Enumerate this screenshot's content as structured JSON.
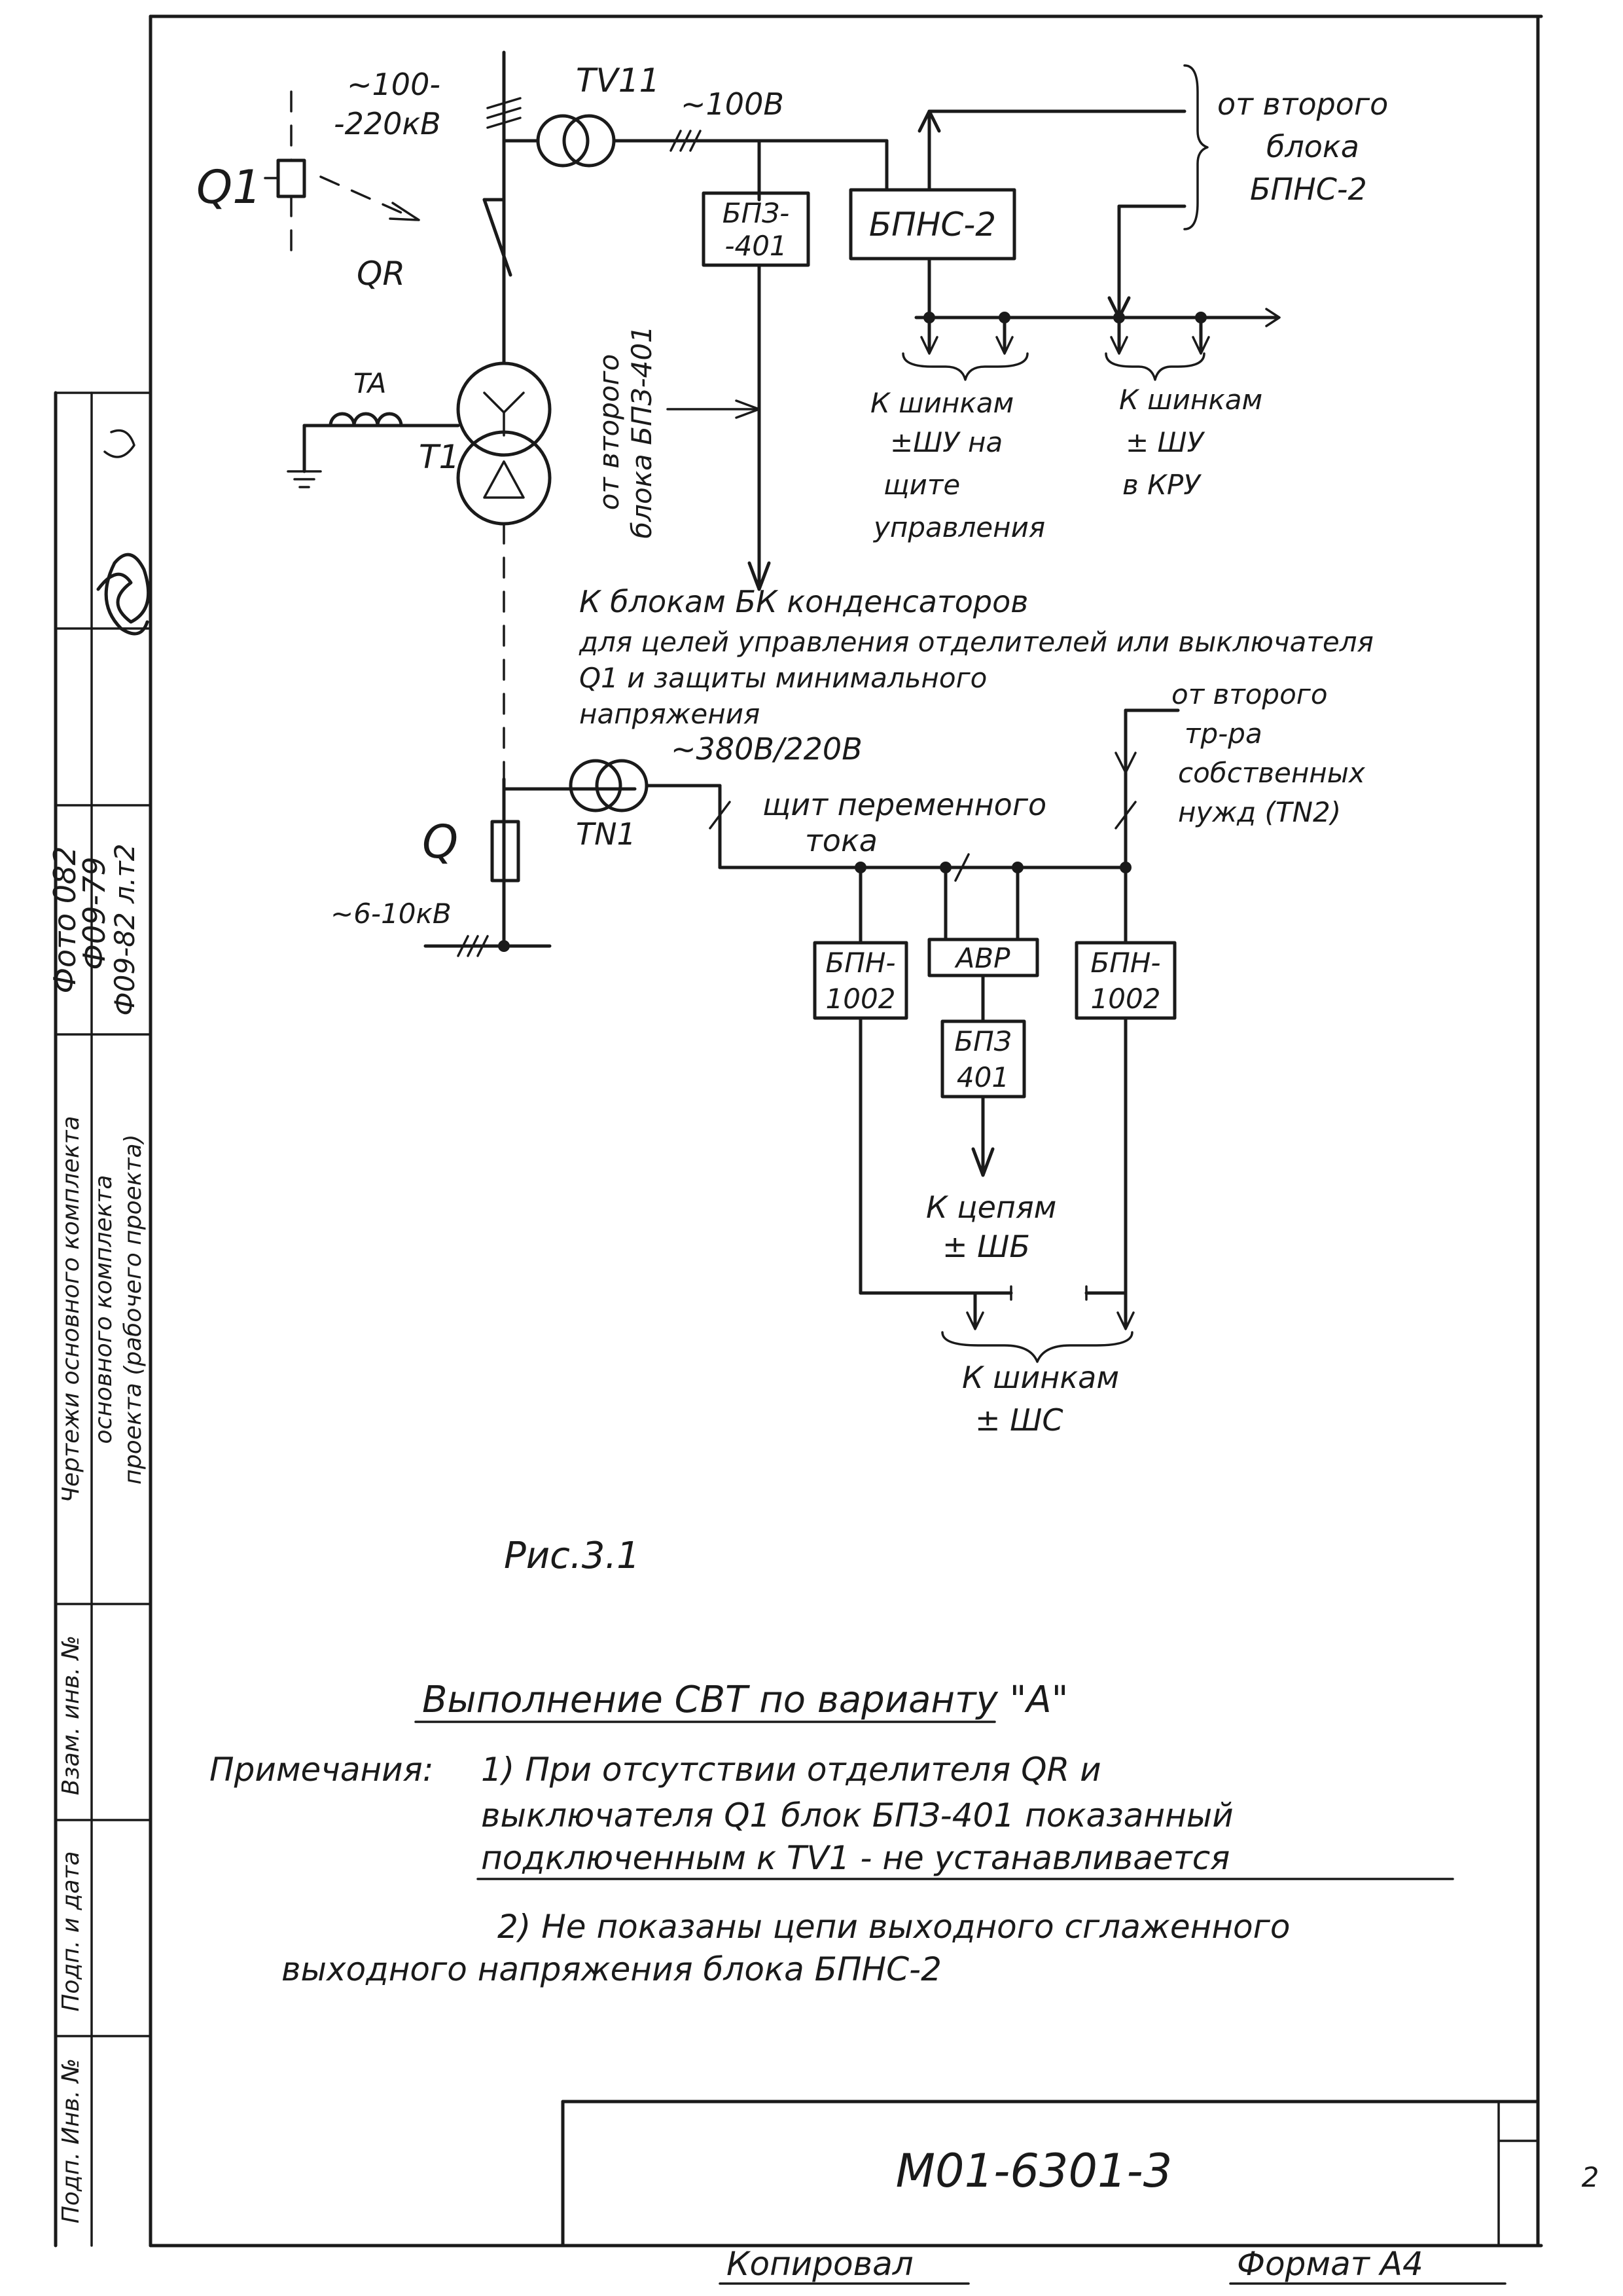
{
  "sheet": {
    "drawing_number": "М01-6301-3",
    "page": "2",
    "copied_label": "Копировал",
    "format_label": "Формат А4"
  },
  "side_stamp": {
    "col1": [
      "Фото 082",
      "Ф09-82 л.т2"
    ],
    "col2": [
      "Ф09-79"
    ],
    "col3": [
      "Подп. Инв. №",
      "Подп. и дата",
      "Взам. инв. №"
    ],
    "labels": [
      "Чертежи основного комплекта",
      "основного комплекта",
      "проекта (рабочего проекта)"
    ]
  },
  "diagram": {
    "q1": "Q1",
    "qr": "QR",
    "ta": "TA",
    "t1": "T1",
    "tv11": "TV11",
    "q": "Q",
    "tn1": "TN1",
    "hv_voltage": "~100-\n-220кВ",
    "v100": "~100В",
    "v380": "~380В/220В",
    "v6_10": "~6-10кВ",
    "bpz401_top": "БПЗ-\n-401",
    "bpns2": "БПНС-2",
    "from_second_bpns": "от второго\nблока\nБПНС-2",
    "from_second_bpz": "от второго\nблока БПЗ-401",
    "to_bus_shu_panel": "К шинкам\n±ШУ на\nщите\nуправления",
    "to_bus_shu_kru": "К шинкам\n± ШУ\nв КРУ",
    "to_capacitor_blocks": "К блокам БК конденсаторов\nдля целей управления отделителей или выключателя\nQ1 и защиты минимального\nнапряжения",
    "from_second_tr": "от второго\nтр-ра\nсобственных\nнужд (TN2)",
    "ac_panel": "щит переменного\nтока",
    "bpn1002_left": "БПН-\n1002",
    "avr": "АВР",
    "bpz401_bottom": "БПЗ\n401",
    "bpn1002_right": "БПН-\n1002",
    "to_circuits_shb": "К цепям\n± ШБ",
    "to_bus_shs": "К шинкам\n± ШС"
  },
  "caption": {
    "figure": "Рис.3.1",
    "title": "Выполнение СВТ по варианту \"А\"",
    "notes_label": "Примечания:",
    "note1": "1) При отсутствии отделителя QR и\nвыключателя Q1 блок БПЗ-401 показанный\nподключенным к TV1 - не устанавливается",
    "note2": "2) Не показаны цепи выходного сглаженного\nвыходного напряжения блока БПНС-2"
  }
}
